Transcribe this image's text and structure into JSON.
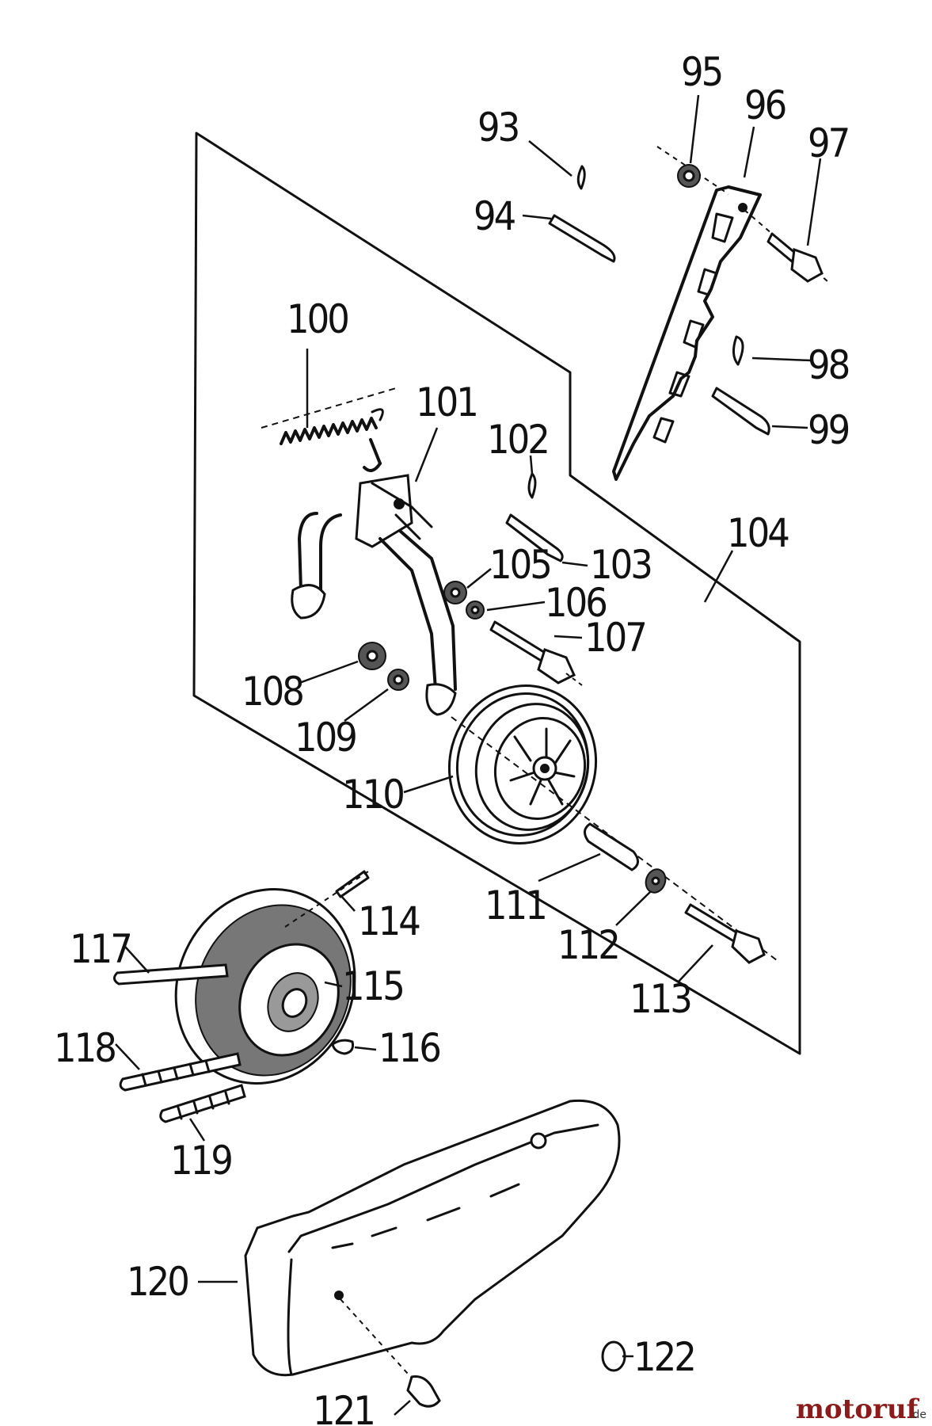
{
  "labels": {
    "p93": "93",
    "p94": "94",
    "p95": "95",
    "p96": "96",
    "p97": "97",
    "p98": "98",
    "p99": "99",
    "p100": "100",
    "p101": "101",
    "p102": "102",
    "p103": "103",
    "p104": "104",
    "p105": "105",
    "p106": "106",
    "p107": "107",
    "p108": "108",
    "p109": "109",
    "p110": "110",
    "p111": "111",
    "p112": "112",
    "p113": "113",
    "p114": "114",
    "p115": "115",
    "p116": "116",
    "p117": "117",
    "p118": "118",
    "p119": "119",
    "p120": "120",
    "p121": "121",
    "p122": "122"
  },
  "watermark": {
    "brand": "motoruf",
    "tld": ".de",
    "brand_color": "#8b1a1a",
    "tld_color": "#333333"
  }
}
